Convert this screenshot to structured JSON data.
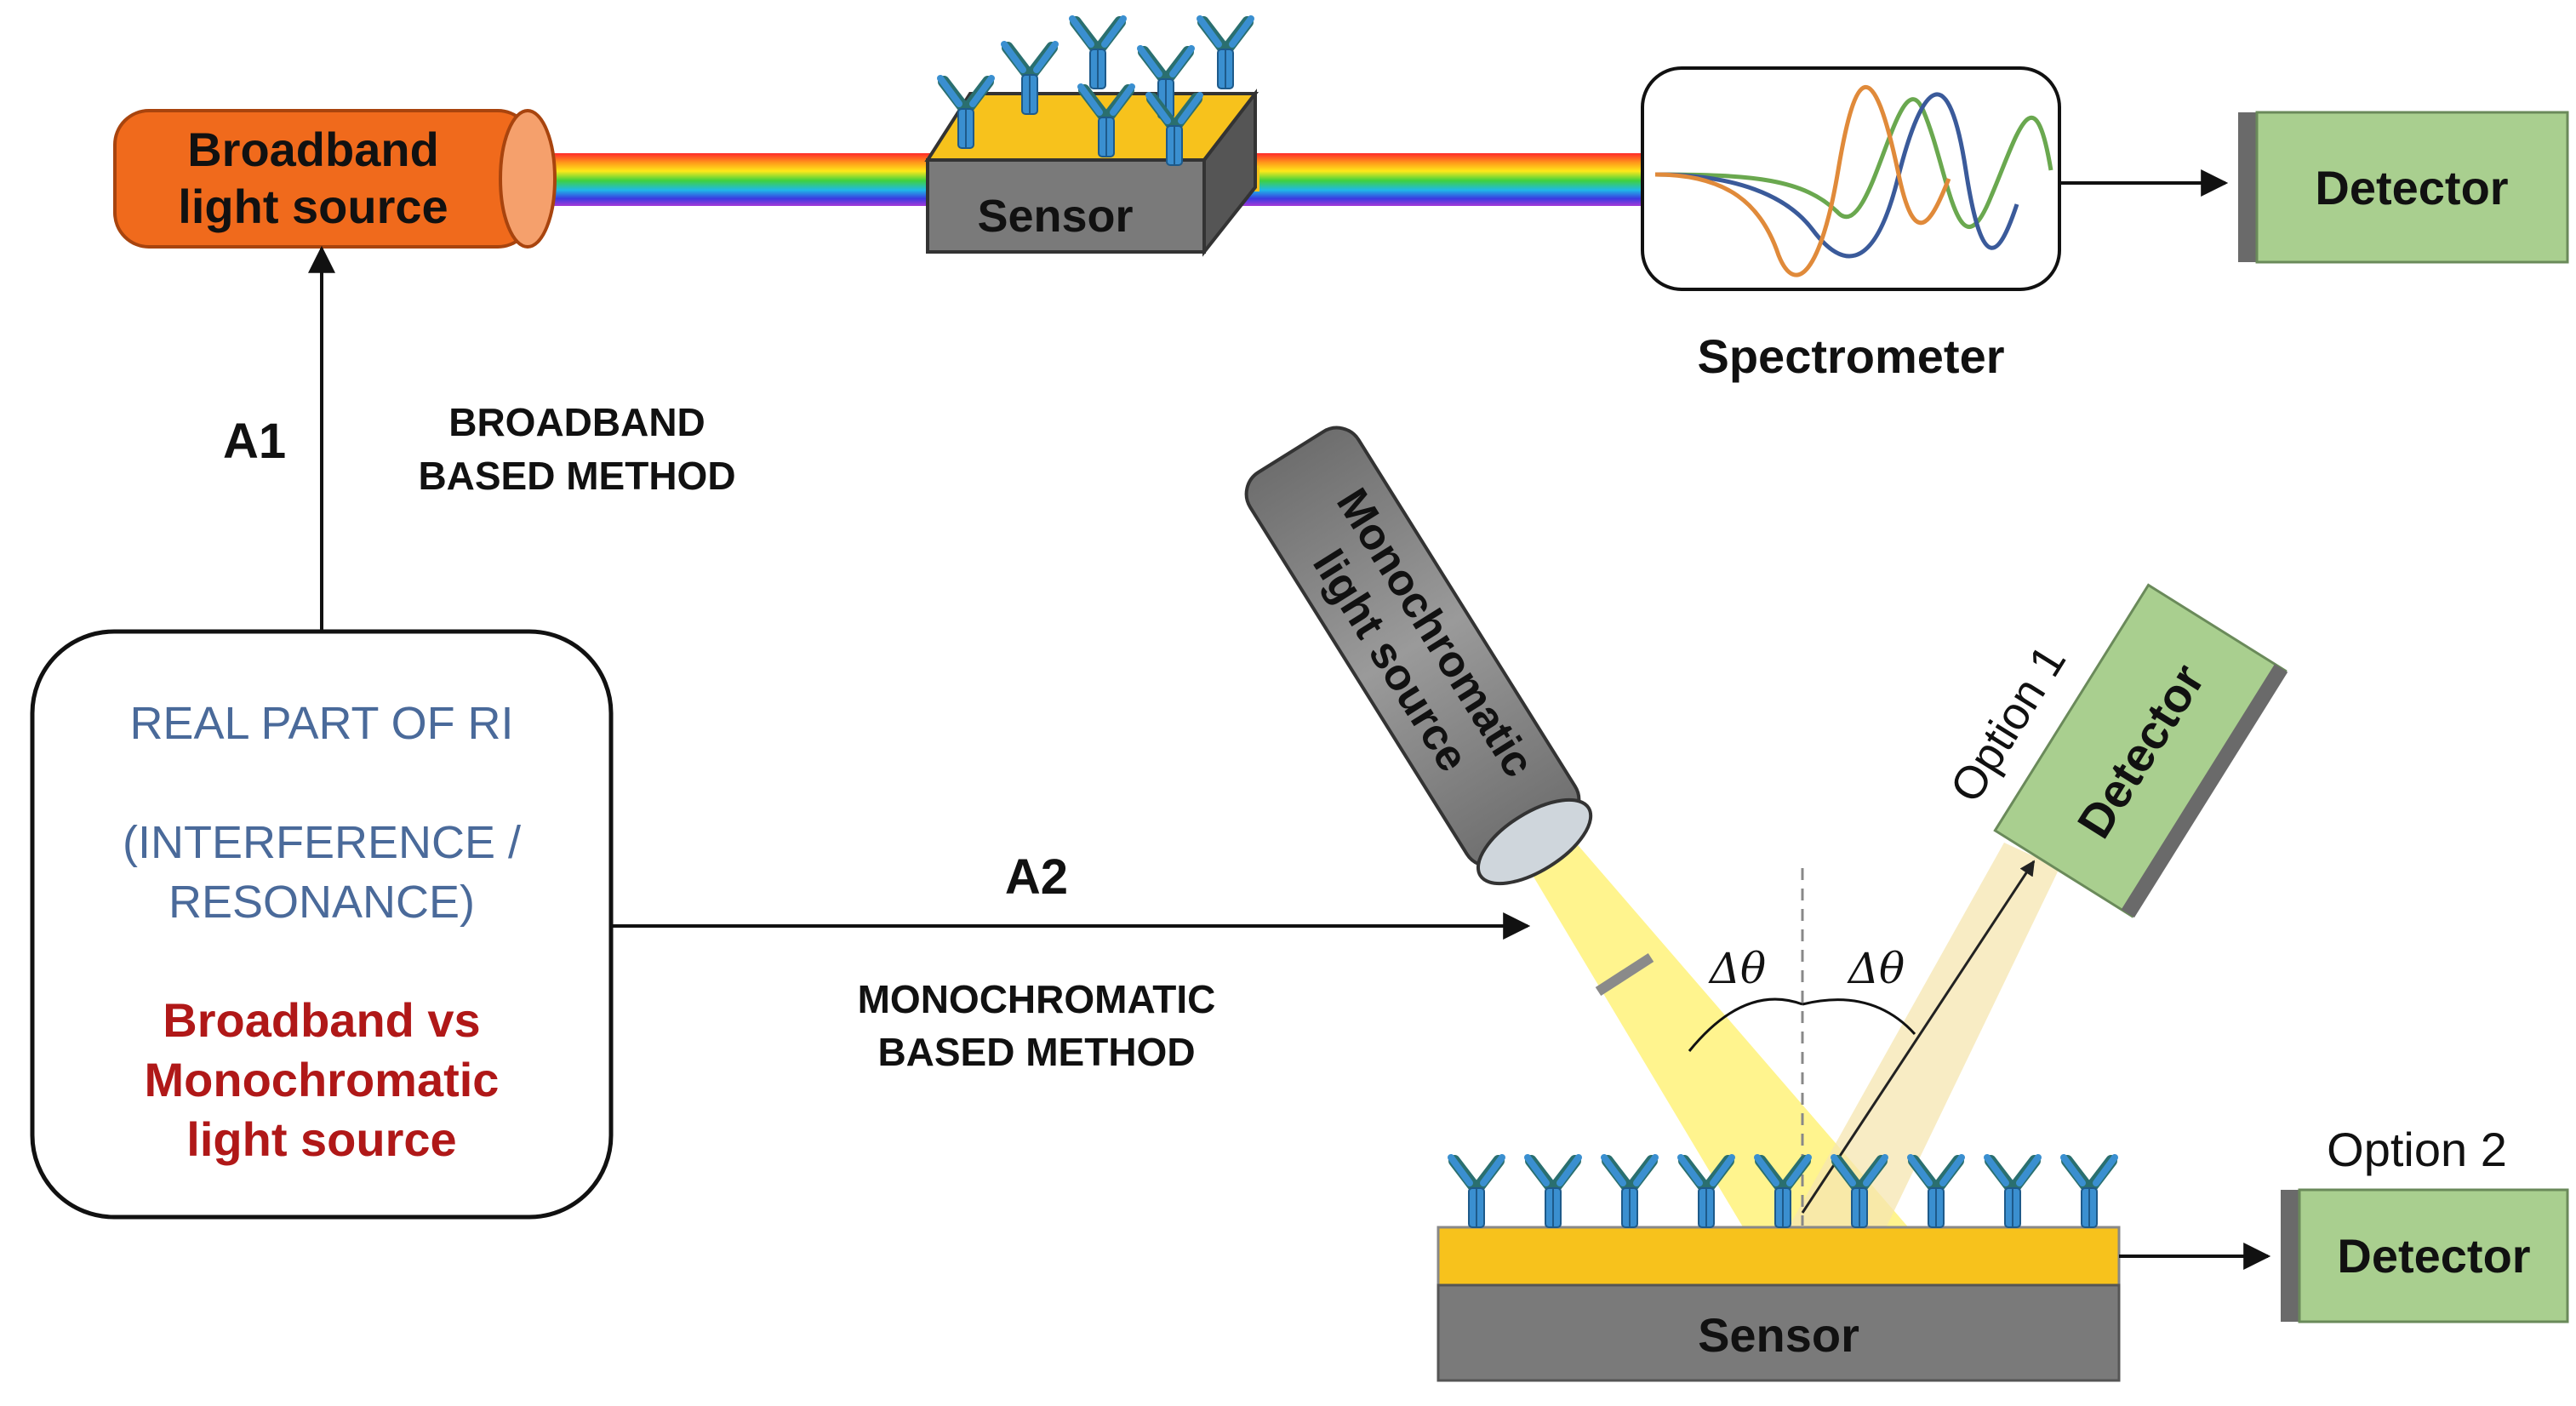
{
  "colors": {
    "orange": "#f06a1c",
    "green_detector": "#a9cf8f",
    "gold": "#f7c21c",
    "sensor_gray": "#7a7a7a",
    "text_blue": "#4a6a9a",
    "text_red": "#b01818",
    "antibody_blue": "#3a8fd0",
    "antibody_teal": "#2a6f6f",
    "beam_yellow": "#fff27a"
  },
  "icons": [
    "antibody-icon",
    "arrow-icon",
    "prism-beam-icon"
  ],
  "broadband": {
    "source_line1": "Broadband",
    "source_line2": "light source",
    "sensor_label": "Sensor",
    "spectrometer_label": "Spectrometer",
    "detector_label": "Detector"
  },
  "paths": {
    "a1_label": "A1",
    "a1_method_line1": "BROADBAND",
    "a1_method_line2": "BASED METHOD",
    "a2_label": "A2",
    "a2_method_line1": "MONOCHROMATIC",
    "a2_method_line2": "BASED METHOD"
  },
  "main_box": {
    "line1": "REAL PART OF RI",
    "line2": "(INTERFERENCE /",
    "line3": "RESONANCE)",
    "red_line1": "Broadband vs",
    "red_line2": "Monochromatic",
    "red_line3": "light source"
  },
  "monochromatic": {
    "source_line1": "Monochromatic",
    "source_line2": "light source",
    "option1_label": "Option 1",
    "option1_detector": "Detector",
    "angle_label_left": "Δθ",
    "angle_label_right": "Δθ",
    "sensor_label": "Sensor",
    "option2_label": "Option 2",
    "option2_detector": "Detector"
  }
}
